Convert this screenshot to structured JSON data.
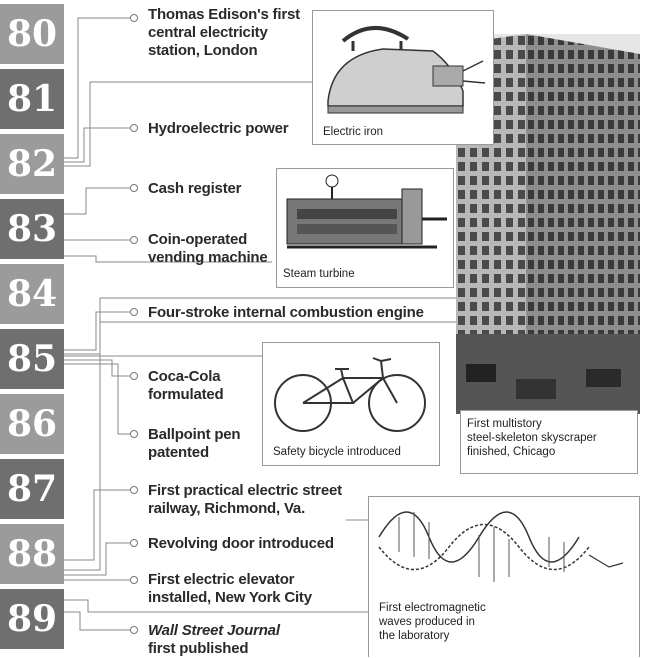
{
  "years": [
    "80",
    "81",
    "82",
    "83",
    "84",
    "85",
    "86",
    "87",
    "88",
    "89"
  ],
  "events": [
    {
      "id": "edison",
      "lines": [
        "Thomas Edison's first",
        "central electricity",
        "station, London"
      ]
    },
    {
      "id": "hydro",
      "lines": [
        "Hydroelectric power"
      ]
    },
    {
      "id": "cash",
      "lines": [
        "Cash register"
      ]
    },
    {
      "id": "vending",
      "lines": [
        "Coin-operated",
        "vending machine"
      ]
    },
    {
      "id": "engine",
      "lines": [
        "Four-stroke internal combustion engine"
      ]
    },
    {
      "id": "coke",
      "lines": [
        "Coca-Cola",
        "formulated"
      ]
    },
    {
      "id": "ballpoint",
      "lines": [
        "Ballpoint pen",
        "patented"
      ]
    },
    {
      "id": "railway",
      "lines": [
        "First practical electric street",
        "railway, Richmond, Va."
      ]
    },
    {
      "id": "door",
      "lines": [
        "Revolving door introduced"
      ]
    },
    {
      "id": "elevator",
      "lines": [
        "First electric elevator",
        "installed, New York City"
      ]
    },
    {
      "id": "wsj",
      "lines_italic": "Wall Street Journal",
      "lines": [
        "first published"
      ]
    }
  ],
  "captions": {
    "iron": "Electric iron",
    "turbine": "Steam turbine",
    "bicycle": "Safety bicycle introduced",
    "skyscraper": [
      "First multistory",
      "steel-skeleton skyscraper",
      "finished, Chicago"
    ],
    "waves": [
      "First electromagnetic",
      "waves produced in",
      "the laboratory"
    ]
  },
  "colors": {
    "year_light": "#9b9b9b",
    "year_dark": "#6f6f6f",
    "line": "#8a8a8a"
  }
}
